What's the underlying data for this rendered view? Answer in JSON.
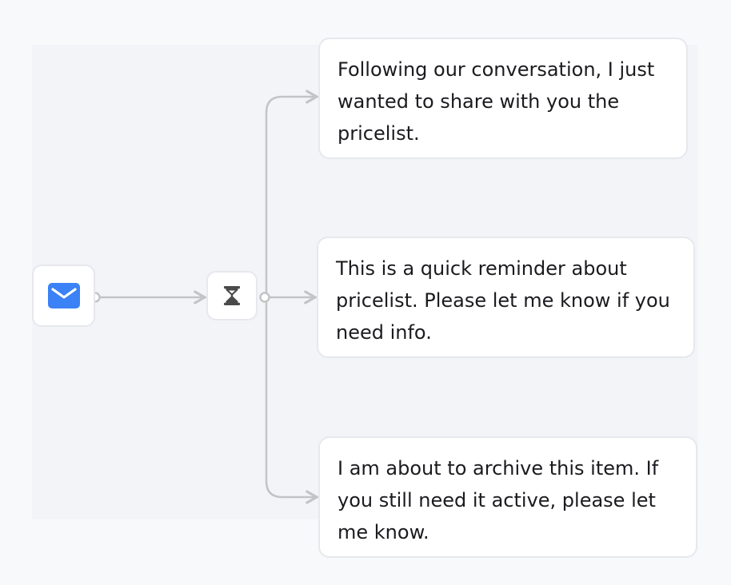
{
  "colors": {
    "page_bg": "#f8f9fb",
    "panel_bg": "#f3f4f8",
    "card_border": "#e6e8ed",
    "connector": "#c4c4c7",
    "email_icon": "#3b82f6",
    "hourglass_icon": "#4a4a4a"
  },
  "trigger": {
    "icon": "envelope-icon"
  },
  "delay": {
    "icon": "hourglass-icon"
  },
  "messages": [
    {
      "text": "Following our conversation, I just wanted to share with you the pricelist."
    },
    {
      "text": "This is a quick reminder about pricelist. Please let me know if you need info."
    },
    {
      "text": "I am about to archive this item. If you still need it active, please let me know."
    }
  ]
}
